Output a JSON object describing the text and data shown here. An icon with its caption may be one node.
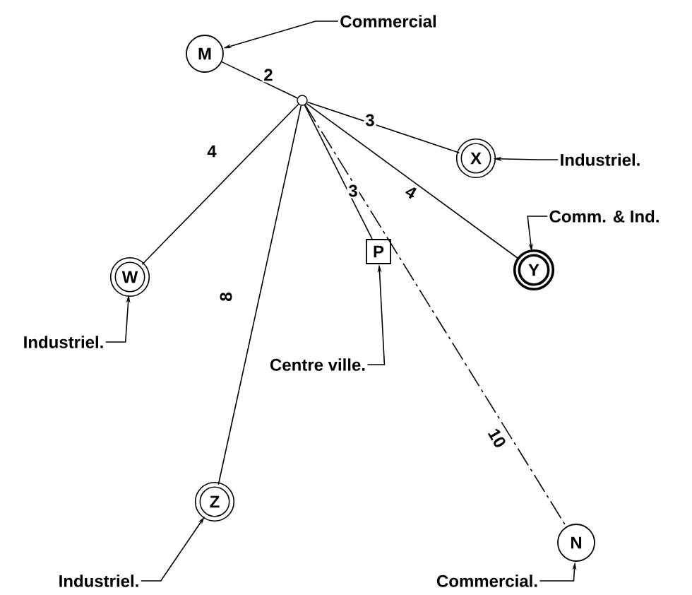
{
  "diagram": {
    "nodes": [
      {
        "text": [
          "M"
        ]
      },
      {
        "text": [
          "Commercial"
        ]
      },
      {
        "text": [],
        "shape": "circle"
      },
      {
        "text": [
          "X"
        ]
      },
      {
        "text": [
          "Industriel."
        ]
      },
      {
        "text": [
          "W"
        ]
      },
      {
        "text": [
          "P"
        ]
      },
      {
        "text": [
          "Y"
        ]
      },
      {
        "text": [
          "Comm. & Ind."
        ]
      },
      {
        "text": [
          "Industriel."
        ]
      },
      {
        "text": [
          "Centre ville."
        ]
      },
      {
        "text": [
          "Z"
        ]
      },
      {
        "text": [
          "N"
        ]
      },
      {
        "text": [
          "Industriel."
        ]
      },
      {
        "text": [
          "Commercial."
        ]
      }
    ],
    "edges": [
      {
        "from": 2,
        "to": 0,
        "arrow": "none",
        "label": "2"
      },
      {
        "from": 2,
        "to": 3,
        "arrow": "none",
        "label": "3"
      },
      {
        "from": 2,
        "to": 5,
        "arrow": "none",
        "label": "4"
      },
      {
        "from": 2,
        "to": 6,
        "arrow": "none",
        "label": "3"
      },
      {
        "from": 2,
        "to": 7,
        "arrow": "none",
        "label": "4"
      },
      {
        "from": 2,
        "to": 11,
        "arrow": "none",
        "label": "8"
      },
      {
        "from": 2,
        "to": 12,
        "arrow": "none",
        "label": "10",
        "style": "dashed"
      },
      {
        "from": 1,
        "to": 0,
        "arrow": "to"
      },
      {
        "from": 4,
        "to": 3,
        "arrow": "to"
      },
      {
        "from": 9,
        "to": 5,
        "arrow": "to"
      },
      {
        "from": 8,
        "to": 7,
        "arrow": "to"
      },
      {
        "from": 10,
        "to": 6,
        "arrow": "to"
      },
      {
        "from": 13,
        "to": 11,
        "arrow": "to"
      },
      {
        "from": 14,
        "to": 12,
        "arrow": "to"
      }
    ]
  }
}
